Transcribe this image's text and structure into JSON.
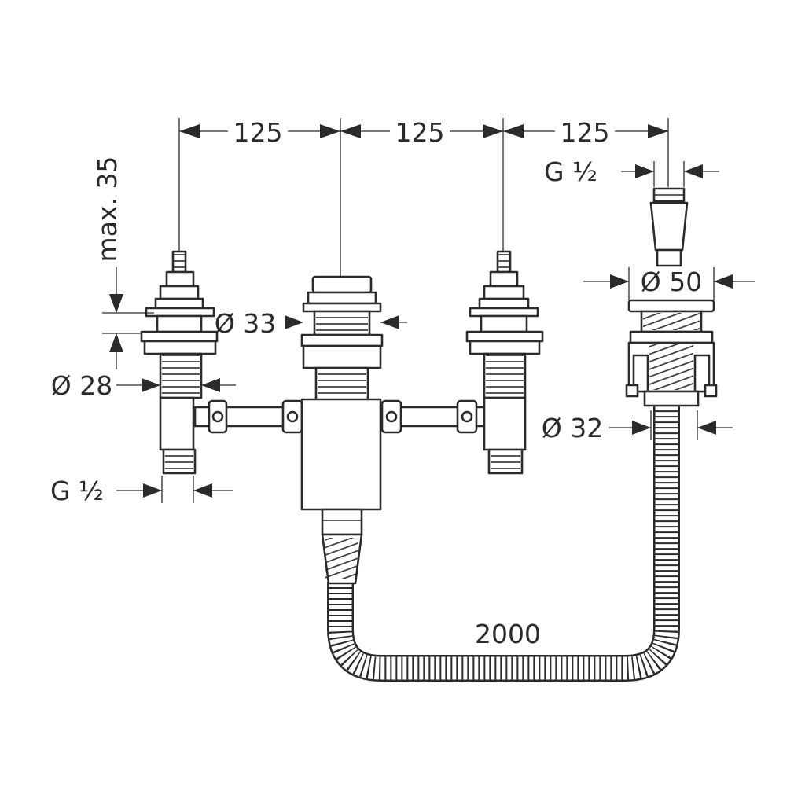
{
  "dimensions": {
    "spacing_1": "125",
    "spacing_2": "125",
    "spacing_3": "125",
    "thread_spout": "G ½",
    "thread_inlet": "G ½",
    "max_depth": "max. 35",
    "dia_valve": "Ø 33",
    "dia_spindle": "Ø 28",
    "dia_spout_flange": "Ø 50",
    "dia_hose": "Ø 32",
    "hose_length": "2000"
  },
  "colors": {
    "line": "#2b2b2b",
    "background": "#ffffff"
  }
}
